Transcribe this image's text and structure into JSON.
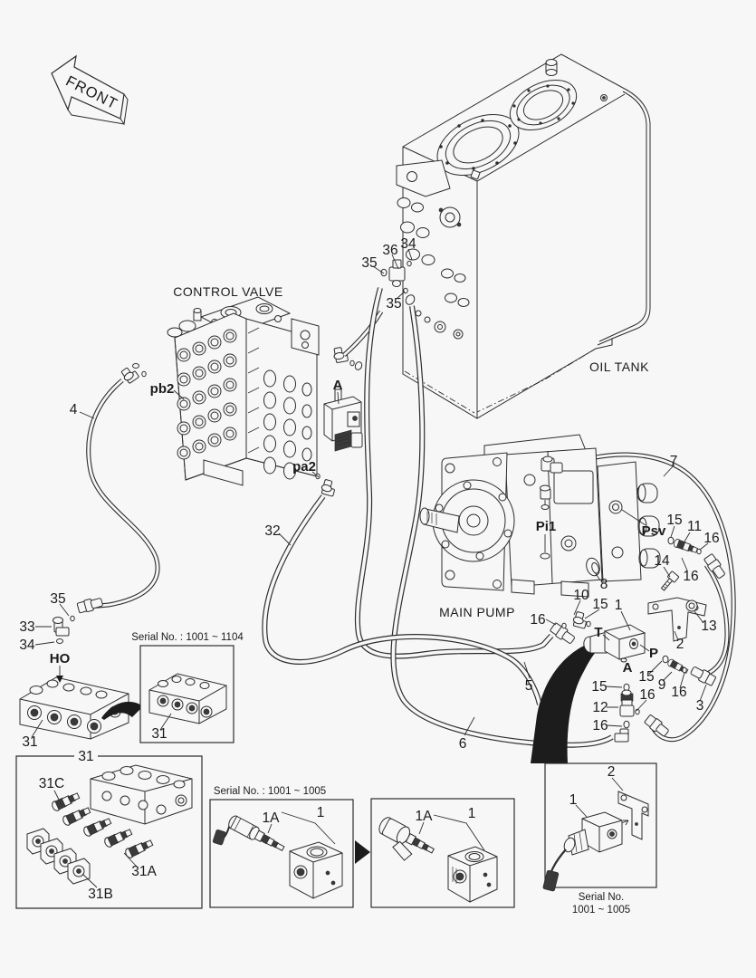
{
  "front_arrow": {
    "label": "FRONT"
  },
  "sections": {
    "control_valve": "CONTROL VALVE",
    "oil_tank": "OIL TANK",
    "main_pump": "MAIN PUMP"
  },
  "ports": {
    "pb2": "pb2",
    "pa2": "pa2",
    "a_valve": "A",
    "pi1": "Pi1",
    "psv": "Psv",
    "t": "T",
    "p": "P",
    "a_port": "A",
    "ho": "HO"
  },
  "callouts": {
    "hose4": "4",
    "hose32": "32",
    "hose5": "5",
    "hose6": "6",
    "hose7": "7",
    "hose3": "3",
    "tank35u": "35",
    "tank36": "36",
    "tank34": "34",
    "tank35l": "35",
    "ho35": "35",
    "ho33": "33",
    "ho34": "34",
    "manifold31": "31",
    "manifold31_inset": "31",
    "pump8": "8",
    "psv15": "15",
    "psv11": "11",
    "psv16r": "16",
    "psv16b": "16",
    "n14": "14",
    "n13": "13",
    "n2": "2",
    "n1": "1",
    "t10": "10",
    "t15": "15",
    "t16": "16",
    "a15": "15",
    "a12": "12",
    "a16side": "16",
    "a16bot": "16",
    "p15": "15",
    "p9": "9",
    "p16": "16"
  },
  "insets": {
    "serial1104": {
      "title": "Serial No. : 1001 ~ 1104",
      "part31": "31"
    },
    "box31": {
      "title": "31",
      "part_c": "31C",
      "part_a": "31A",
      "part_b": "31B"
    },
    "box1005a": {
      "title": "Serial No. : 1001 ~ 1005",
      "part1a": "1A",
      "part1": "1"
    },
    "box1005b": {
      "part1a": "1A",
      "part1": "1"
    },
    "box1005c": {
      "part1": "1",
      "part2": "2",
      "caption1": "Serial No.",
      "caption2": "1001 ~ 1005"
    }
  }
}
